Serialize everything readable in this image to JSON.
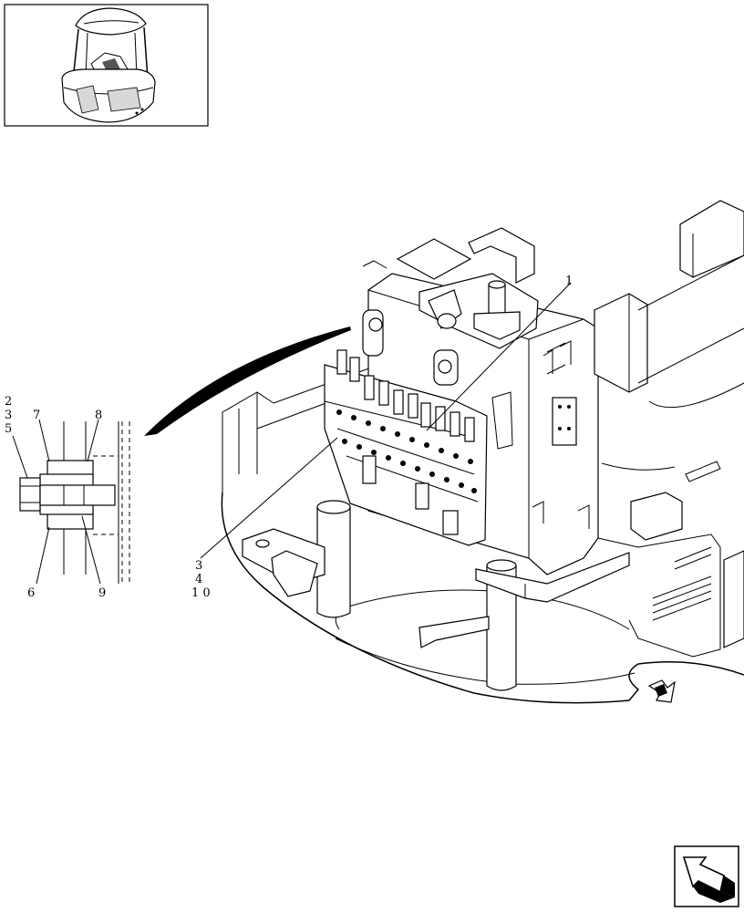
{
  "callouts": {
    "c1": "1",
    "c2": "2",
    "c3a": "3",
    "c5": "5",
    "c7": "7",
    "c8": "8",
    "c6": "6",
    "c9": "9",
    "c3b": "3",
    "c4": "4",
    "c10": "1 0"
  },
  "icons": {
    "thumbnail": "machine-overview-thumbnail",
    "nav": "previous-page-arrow-icon"
  },
  "colors": {
    "line": "#000000",
    "background": "#ffffff"
  }
}
